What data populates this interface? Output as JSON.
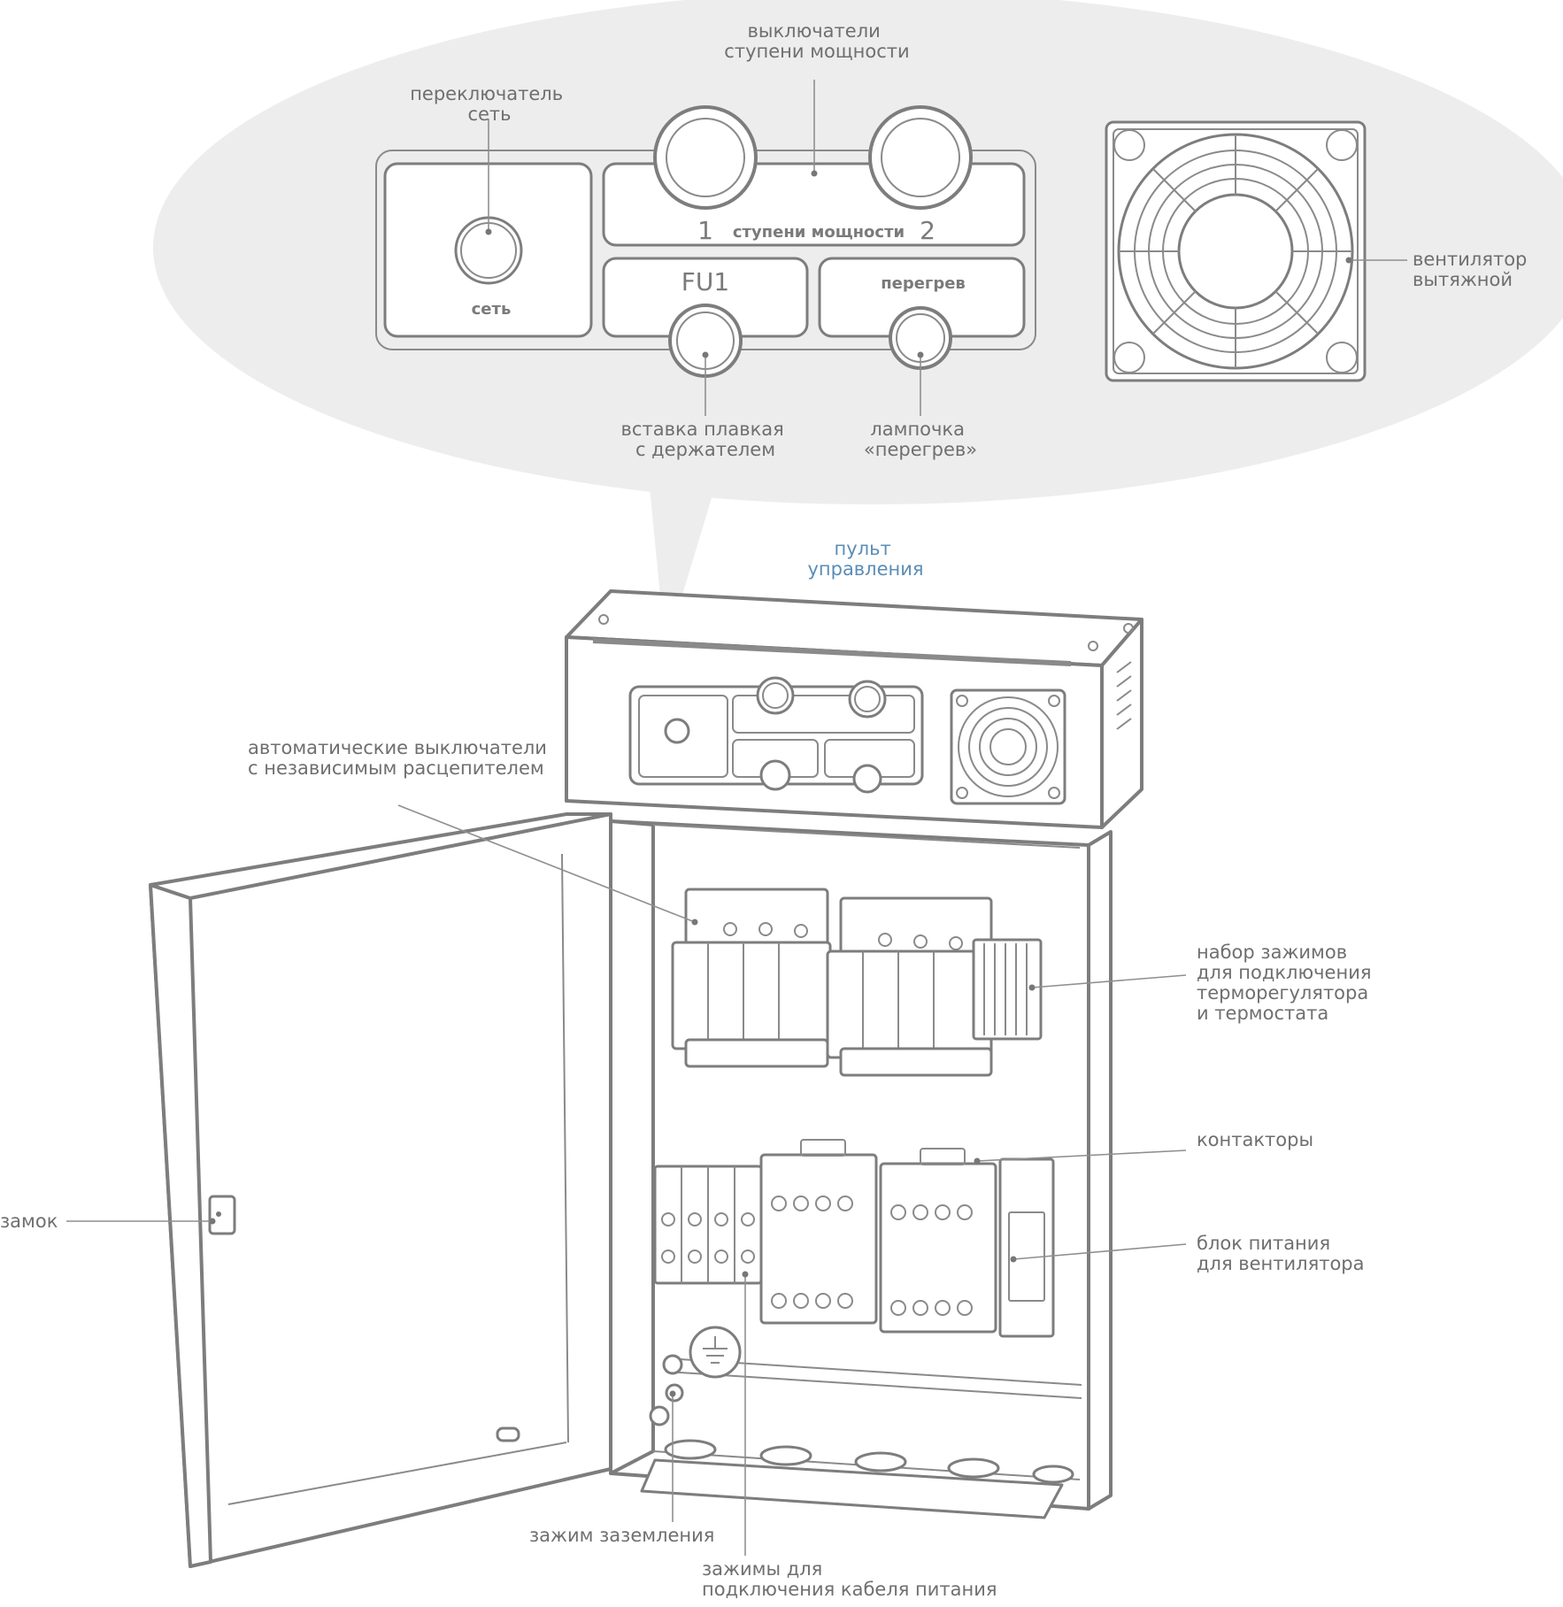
{
  "callout": {
    "power_switches_line1": "выключатели",
    "power_switches_line2": "ступени мощности",
    "mains_switch_line1": "переключатель",
    "mains_switch_line2": "сеть",
    "fan_line1": "вентилятор",
    "fan_line2": "вытяжной",
    "fuse_line1": "вставка плавкая",
    "fuse_line2": "с держателем",
    "lamp_line1": "лампочка",
    "lamp_line2": "«перегрев»"
  },
  "panel": {
    "set_label": "сеть",
    "stage_label": "ступени мощности",
    "stage_1": "1",
    "stage_2": "2",
    "fu_label": "FU1",
    "overheat_label": "перегрев"
  },
  "cabinet_labels": {
    "control_panel_line1": "пульт",
    "control_panel_line2": "управления",
    "breakers_line1": "автоматические выключатели",
    "breakers_line2": "с независимым расцепителем",
    "terminals_line1": "набор зажимов",
    "terminals_line2": "для подключения",
    "terminals_line3": "терморегулятора",
    "terminals_line4": "и термостата",
    "contactors": "контакторы",
    "psu_line1": "блок питания",
    "psu_line2": "для вентилятора",
    "lock": "замок",
    "ground_clamp": "зажим заземления",
    "power_cable_line1": "зажимы для",
    "power_cable_line2": "подключения кабеля питания"
  },
  "colors": {
    "line": "#7d7d7d",
    "text": "#6f6f6f",
    "accent": "#5b8db5",
    "ellipse": "#ededed"
  }
}
